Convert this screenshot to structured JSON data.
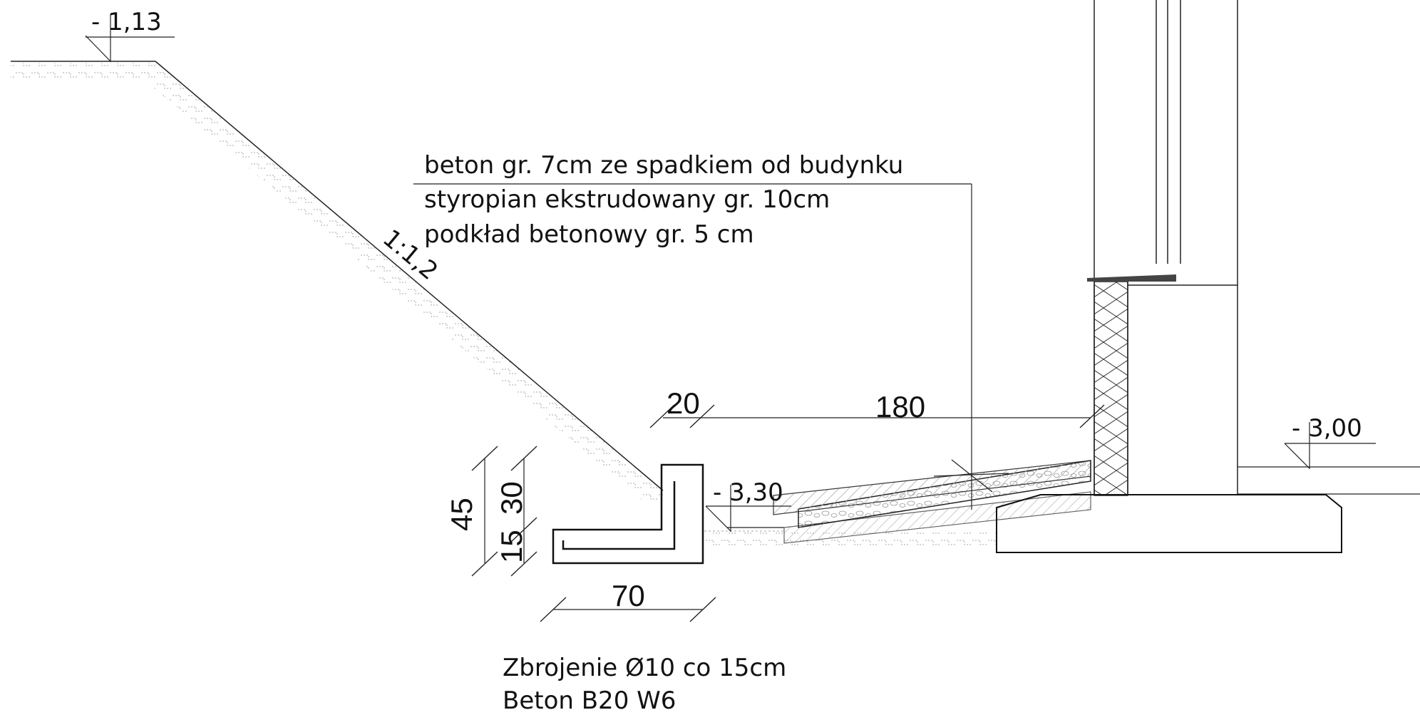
{
  "levels": {
    "top": "- 1,13",
    "mid": "- 3,30",
    "right": "- 3,00"
  },
  "slope": "1:1,2",
  "layers": [
    "beton gr. 7cm ze spadkiem od budynku",
    "styropian ekstrudowany gr. 10cm",
    "podkład betonowy gr. 5 cm"
  ],
  "dimensions": {
    "d20": "20",
    "d180": "180",
    "d45": "45",
    "d30": "30",
    "d15": "15",
    "d70": "70"
  },
  "notes": [
    "Zbrojenie Ø10 co 15cm",
    "Beton B20 W6"
  ]
}
